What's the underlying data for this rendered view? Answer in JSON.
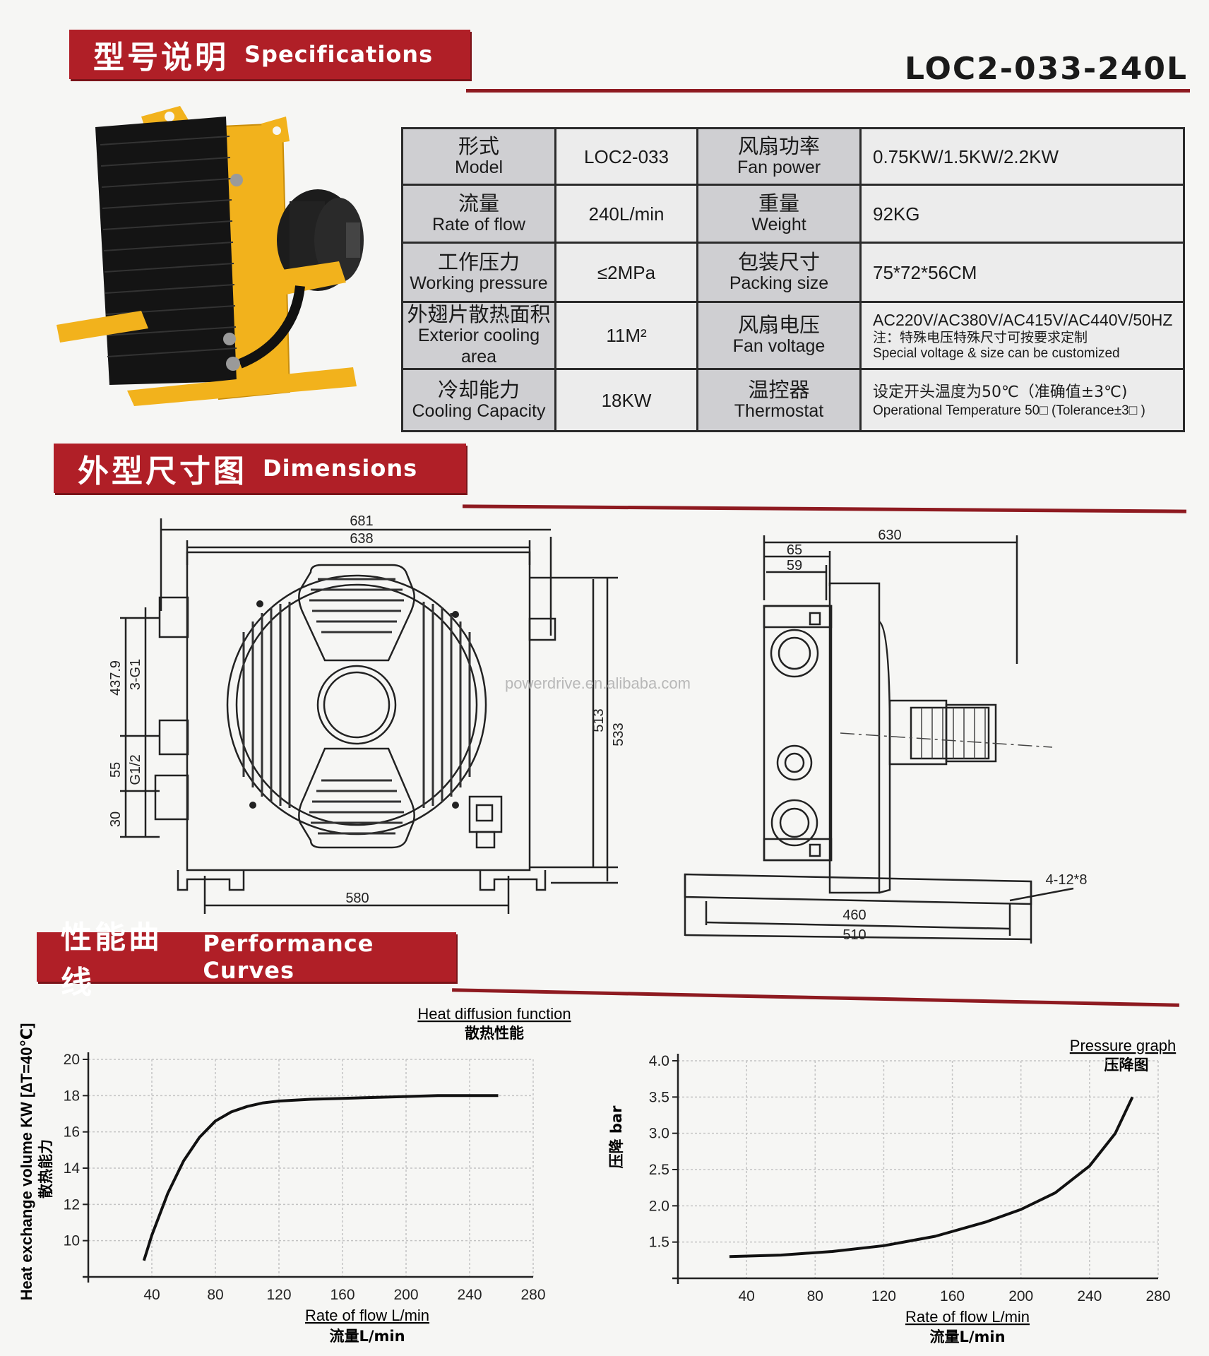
{
  "sections": {
    "specifications": {
      "cn": "型号说明",
      "en": "Specifications"
    },
    "dimensions": {
      "cn": "外型尺寸图",
      "en": "Dimensions"
    },
    "performance": {
      "cn": "性能曲线",
      "en": "Performance Curves"
    }
  },
  "model_code": "LOC2-033-240L",
  "spec_rows": [
    {
      "l_cn": "形式",
      "l_en": "Model",
      "l_val": "LOC2-033",
      "r_cn": "风扇功率",
      "r_en": "Fan power",
      "r_val": "0.75KW/1.5KW/2.2KW"
    },
    {
      "l_cn": "流量",
      "l_en": "Rate of flow",
      "l_val": "240L/min",
      "r_cn": "重量",
      "r_en": "Weight",
      "r_val": "92KG"
    },
    {
      "l_cn": "工作压力",
      "l_en": "Working pressure",
      "l_val": "≤2MPa",
      "r_cn": "包装尺寸",
      "r_en": "Packing size",
      "r_val": "75*72*56CM"
    },
    {
      "l_cn": "外翅片散热面积",
      "l_en": "Exterior cooling area",
      "l_val": "11M²",
      "r_cn": "风扇电压",
      "r_en": "Fan voltage",
      "r_val": "AC220V/AC380V/AC415V/AC440V/50HZ",
      "r_note1": "注：特殊电压特殊尺寸可按要求定制",
      "r_note2": "Special voltage & size can be customized"
    },
    {
      "l_cn": "冷却能力",
      "l_en": "Cooling Capacity",
      "l_val": "18KW",
      "r_cn": "温控器",
      "r_en": "Thermostat",
      "r_val": "设定开头温度为50℃（准确值±3℃)",
      "r_note2": "Operational Temperature 50□ (Tolerance±3□ )"
    }
  ],
  "front_dims": {
    "d681": "681",
    "d638": "638",
    "d513": "513",
    "d533": "533",
    "d580": "580",
    "d437": "437.9",
    "g1": "3-G1",
    "d55": "55",
    "g12": "G1/2",
    "d30": "30"
  },
  "side_dims": {
    "d630": "630",
    "d65": "65",
    "d59": "59",
    "holes": "4-12*8",
    "d460": "460",
    "d510": "510"
  },
  "watermark": "powerdrive.en.alibaba.com",
  "colors": {
    "banner": "#b01f27",
    "yellow": "#f2b21c"
  },
  "chart_data": [
    {
      "type": "line",
      "title": "Heat diffusion function",
      "subtitle": "散热性能",
      "xlabel": "Rate of flow L/min",
      "xlabel_cn": "流量L/min",
      "ylabel": "Heat exchange volume KW [∆T=40℃]",
      "ylabel_cn": "散热能力",
      "xlim": [
        0,
        280
      ],
      "ylim": [
        8,
        20
      ],
      "x_ticks": [
        "40",
        "80",
        "120",
        "160",
        "200",
        "240",
        "280"
      ],
      "y_ticks": [
        "10",
        "12",
        "14",
        "16",
        "18",
        "20"
      ],
      "grid": true,
      "x": [
        35,
        40,
        50,
        60,
        70,
        80,
        90,
        100,
        110,
        120,
        140,
        160,
        180,
        200,
        220,
        240,
        258
      ],
      "y": [
        8.9,
        10.3,
        12.6,
        14.4,
        15.7,
        16.6,
        17.1,
        17.4,
        17.6,
        17.7,
        17.8,
        17.85,
        17.9,
        17.95,
        18.0,
        18.0,
        18.0
      ]
    },
    {
      "type": "line",
      "title": "Pressure graph",
      "subtitle": "压降图",
      "xlabel": "Rate of flow L/min",
      "xlabel_cn": "流量L/min",
      "ylabel": "压降 bar",
      "xlim": [
        0,
        280
      ],
      "ylim": [
        1,
        4
      ],
      "x_ticks": [
        "40",
        "80",
        "120",
        "160",
        "200",
        "240",
        "280"
      ],
      "y_ticks": [
        "1.5",
        "2.0",
        "2.5",
        "3.0",
        "3.5",
        "4.0"
      ],
      "grid": true,
      "x": [
        30,
        60,
        90,
        120,
        150,
        180,
        200,
        220,
        240,
        255,
        265
      ],
      "y": [
        1.3,
        1.32,
        1.37,
        1.45,
        1.58,
        1.78,
        1.95,
        2.18,
        2.55,
        3.0,
        3.5
      ]
    }
  ]
}
